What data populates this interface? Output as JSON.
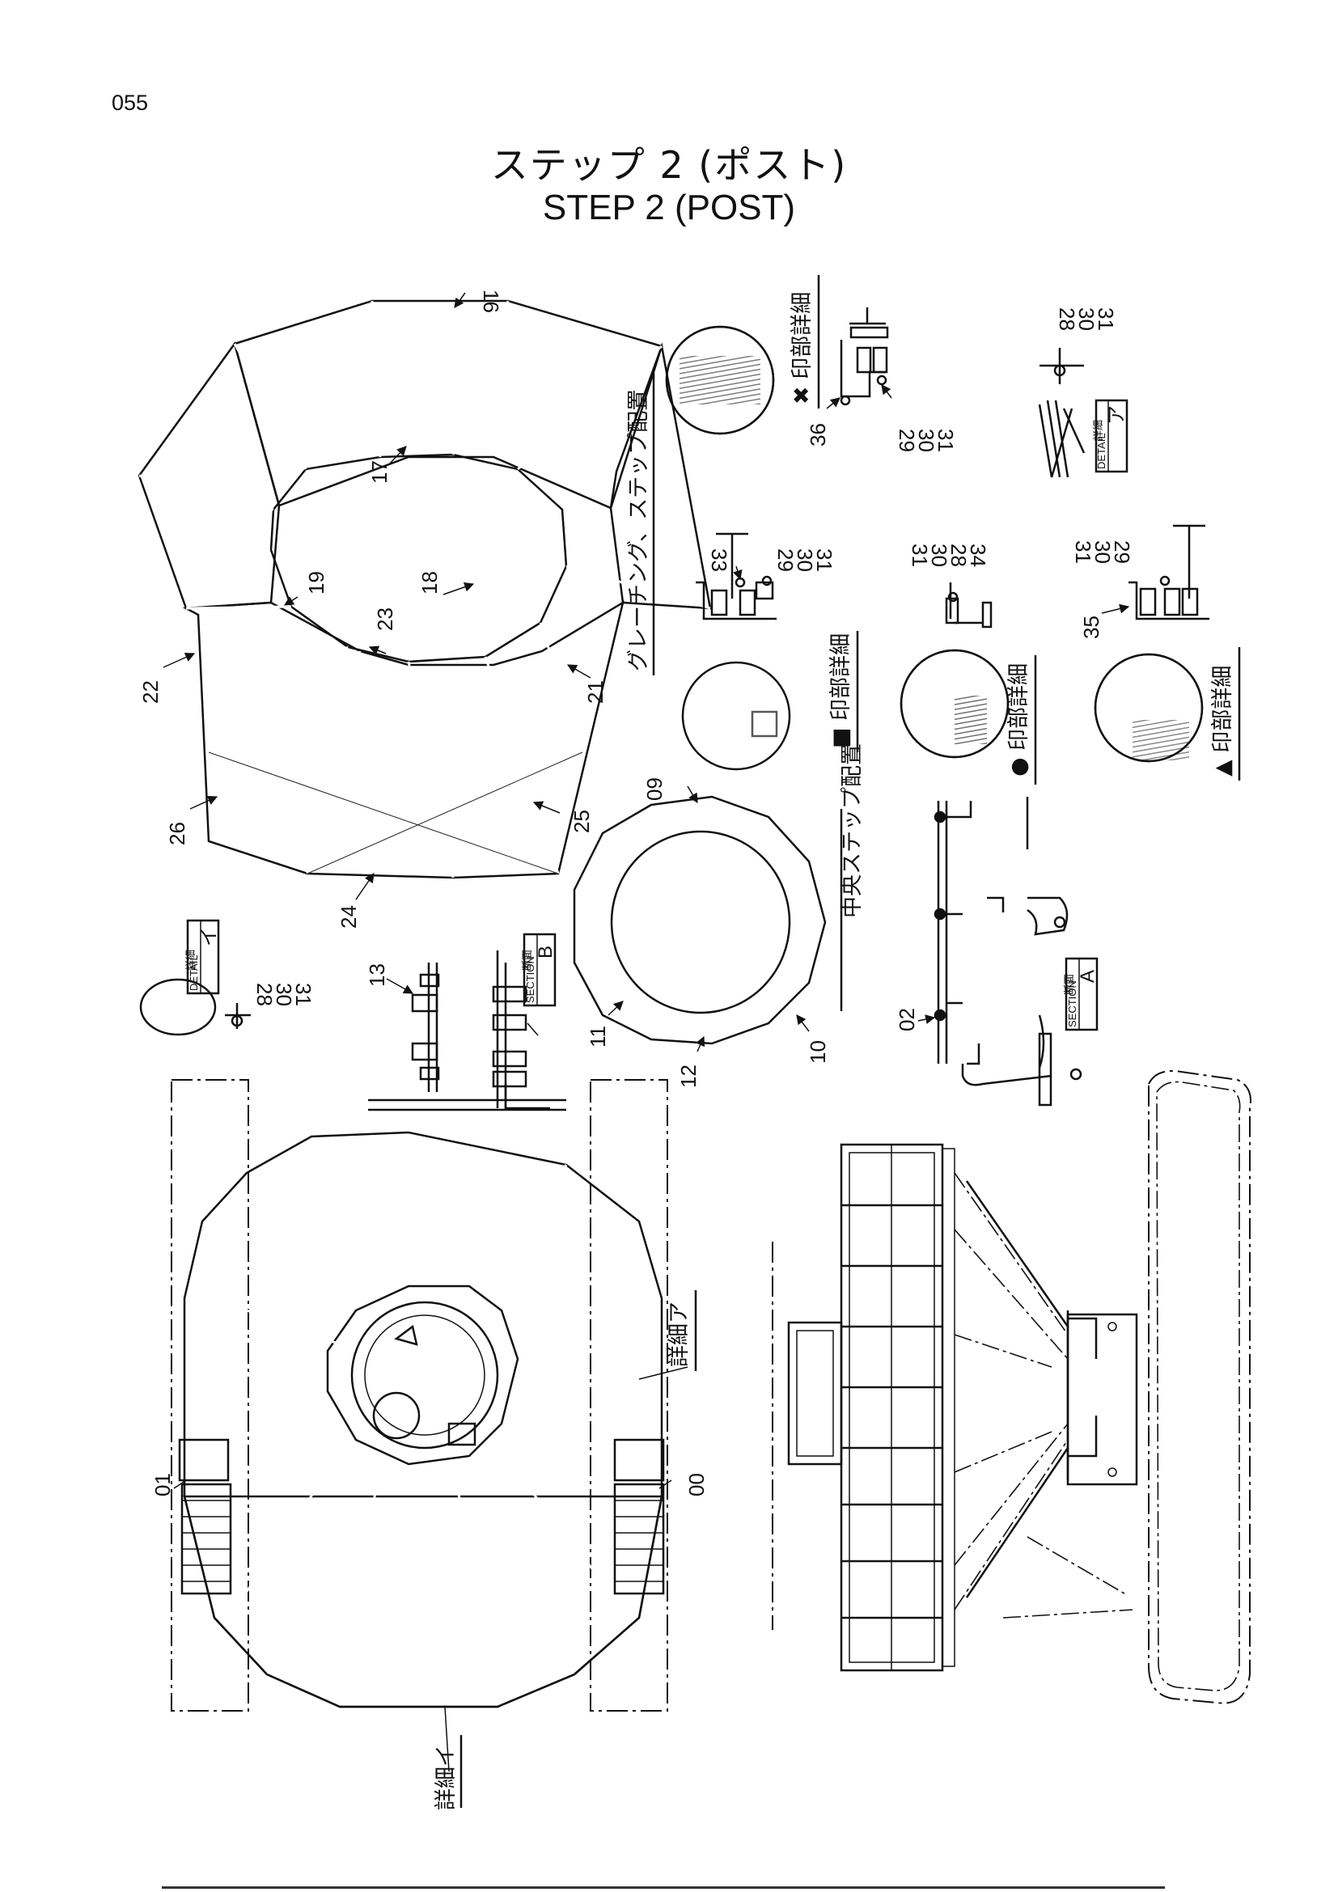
{
  "page_number": "055",
  "title_jp": "ステップ 2 (ポスト)",
  "title_en": "STEP 2 (POST)",
  "caption_grating_layout": "グレーチング、ステップ配置",
  "caption_center_step_layout": "中央ステップ配置",
  "caption_x_detail": "✖ 印部詳細",
  "caption_square_detail": "■ 印部詳細",
  "caption_circle_detail": "● 印部詳細",
  "caption_triangle_detail": "▲ 印部詳細",
  "caption_detail_a": "詳細ア",
  "caption_detail_i": "詳細イ",
  "tag_detail_jp": "詳細",
  "tag_detail_en": "DETAIL",
  "tag_detail_a_letter": "ア",
  "tag_detail_i_letter": "イ",
  "tag_section_jp": "断面",
  "tag_section_en": "SECTION",
  "tag_section_a_letter": "A",
  "tag_section_b_letter": "B",
  "part_labels": {
    "p16": "16",
    "p17": "17",
    "p18": "18",
    "p19": "19",
    "p21": "21",
    "p22": "22",
    "p23": "23",
    "p24": "24",
    "p25": "25",
    "p26": "26",
    "p09": "09",
    "p10": "10",
    "p11": "11",
    "p12": "12",
    "p13": "13",
    "p02": "02",
    "p01": "01",
    "p00": "00",
    "p33": "33",
    "p34": "34",
    "p35": "35",
    "p36": "36",
    "p28": "28",
    "p29": "29",
    "p30": "30",
    "p31": "31"
  },
  "colors": {
    "ink": "#111111",
    "paper": "#ffffff",
    "grating": "#2b2b2b",
    "grating_light": "#5a5a5a"
  }
}
